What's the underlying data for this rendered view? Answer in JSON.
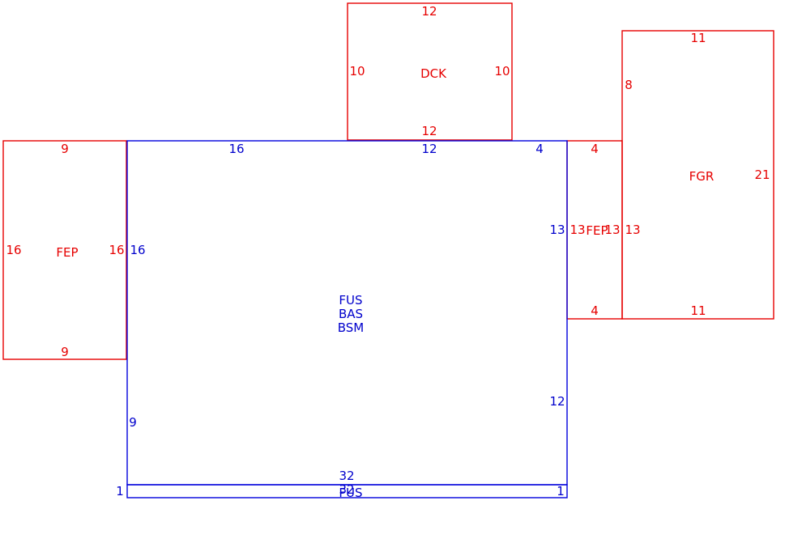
{
  "colors": {
    "addition": "#e60000",
    "main": "#0000cc"
  },
  "areas": {
    "dck": {
      "code": "DCK",
      "top": "12",
      "bottom": "12",
      "left": "10",
      "right": "10"
    },
    "fep_left": {
      "code": "FEP",
      "top": "9",
      "bottom": "9",
      "left": "16",
      "right": "16"
    },
    "fep_right": {
      "code": "FEP",
      "top": "4",
      "bottom": "4",
      "left": "13",
      "right": "13"
    },
    "fgr": {
      "code": "FGR",
      "top": "11",
      "bottom": "11",
      "left": "8",
      "right": "21",
      "left_lower": "13"
    },
    "main": {
      "codes": [
        "FUS",
        "BAS",
        "BSM"
      ],
      "top_left": "16",
      "top_mid": "12",
      "top_right": "4",
      "left_upper": "16",
      "left_lower": "9",
      "right_upper": "13",
      "right_lower": "12",
      "bottom": "32"
    },
    "strip": {
      "code": "FUS",
      "length": "32",
      "left": "1",
      "right": "1"
    }
  }
}
